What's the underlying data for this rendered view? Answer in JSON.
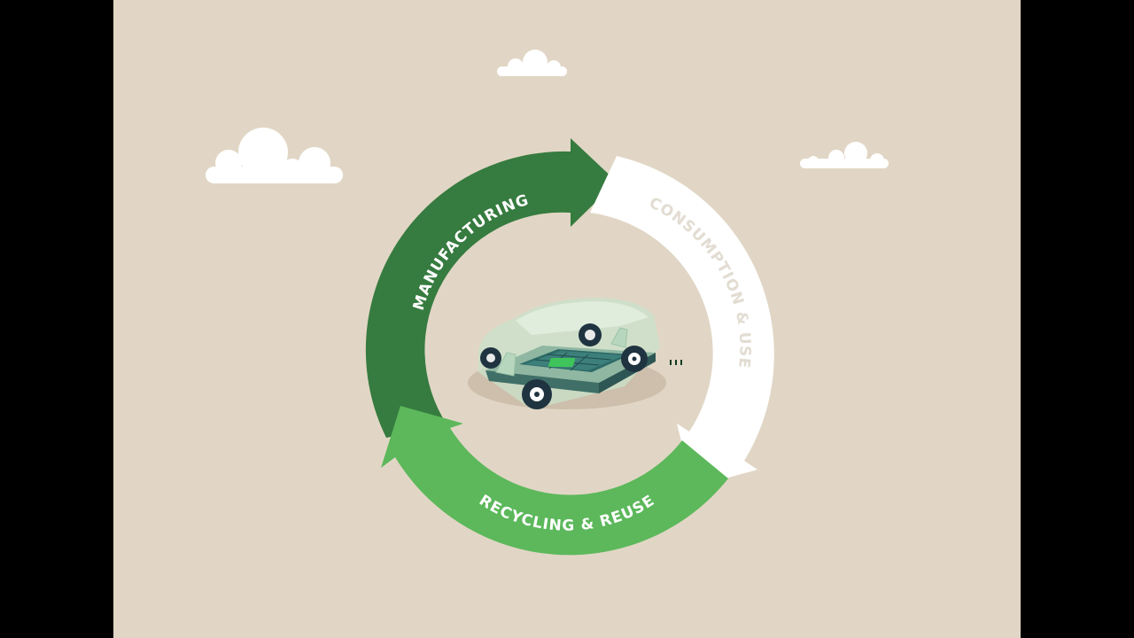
{
  "diagram": {
    "segments": [
      {
        "key": "manufacturing",
        "label": "MANUFACTURING",
        "color": "#367b3f",
        "text_color": "#ffffff"
      },
      {
        "key": "consumption",
        "label": "CONSUMPTION & USE",
        "color": "#ffffff",
        "text_color": "#e2dcd2"
      },
      {
        "key": "recycling",
        "label": "RECYCLING & REUSE",
        "color": "#5cb85b",
        "text_color": "#ffffff"
      }
    ],
    "center_icon": "electric-car-battery-chassis-icon"
  },
  "colors": {
    "background": "#e1d6c5",
    "letterbox": "#000000",
    "cloud": "#ffffff",
    "battery_glow": "#3ec45a"
  }
}
